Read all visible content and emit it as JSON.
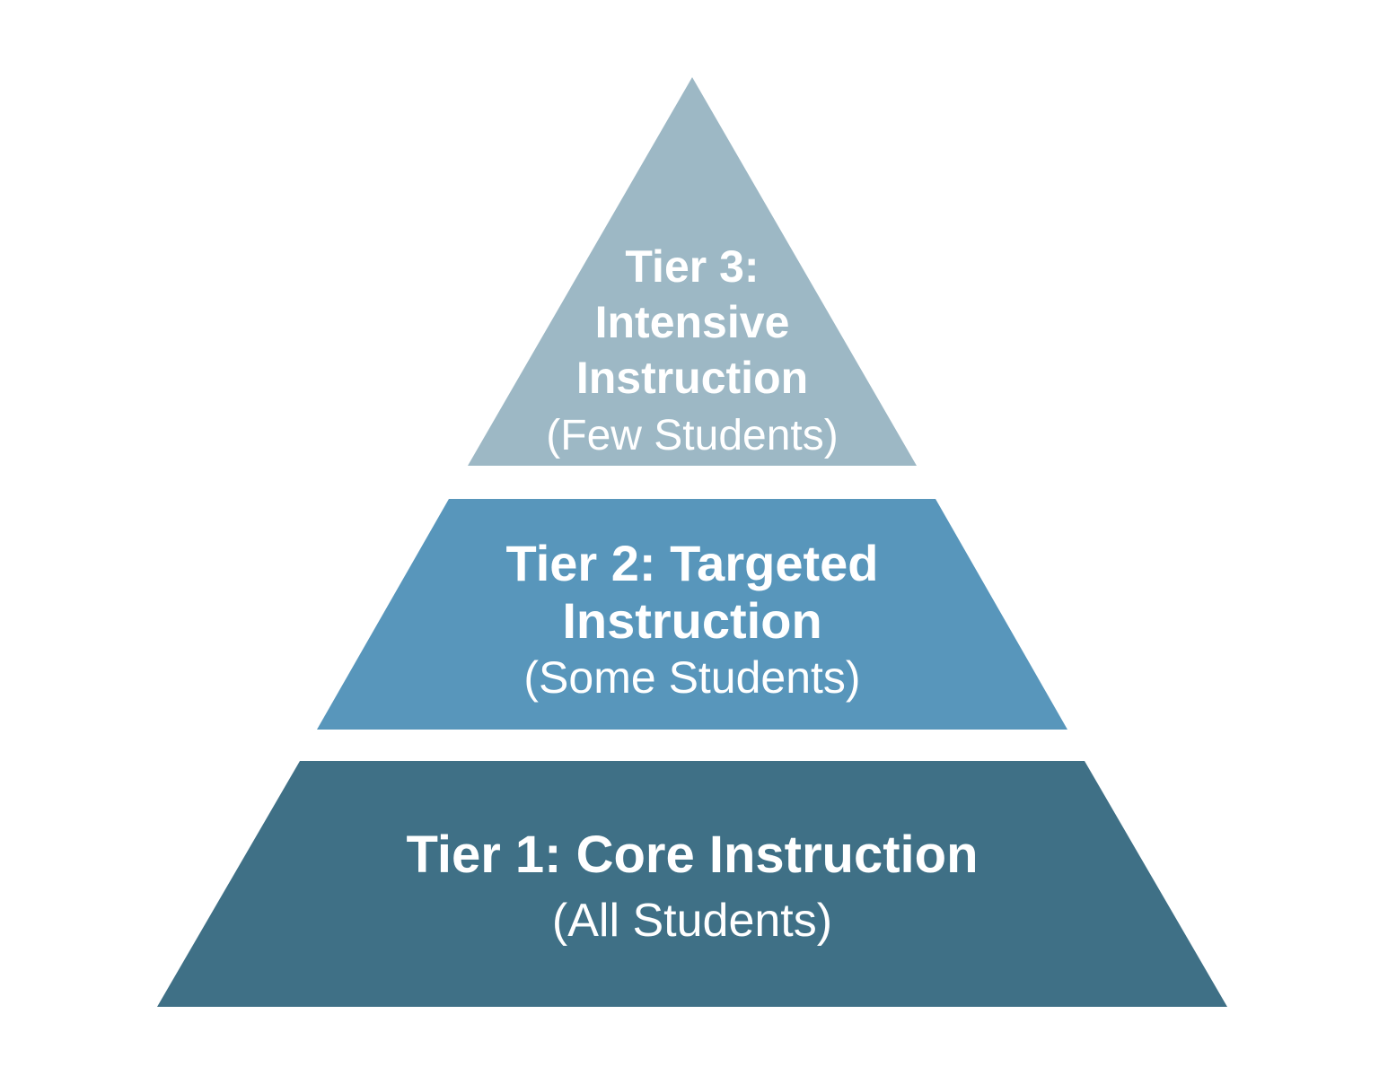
{
  "page": {
    "background_color": "#ffffff",
    "text_color": "#ffffff"
  },
  "pyramid": {
    "description": "Three-tier instruction pyramid",
    "tiers": [
      {
        "id": "tier-3",
        "title_lines": [
          "Tier 3:",
          "Intensive",
          "Instruction"
        ],
        "subtitle": "(Few Students)",
        "color": "#9db8c5"
      },
      {
        "id": "tier-2",
        "title_lines": [
          "Tier 2: Targeted",
          "Instruction"
        ],
        "subtitle": "(Some Students)",
        "color": "#5896bb"
      },
      {
        "id": "tier-1",
        "title_lines": [
          "Tier 1: Core Instruction"
        ],
        "subtitle": "(All Students)",
        "color": "#3f7086"
      }
    ]
  }
}
